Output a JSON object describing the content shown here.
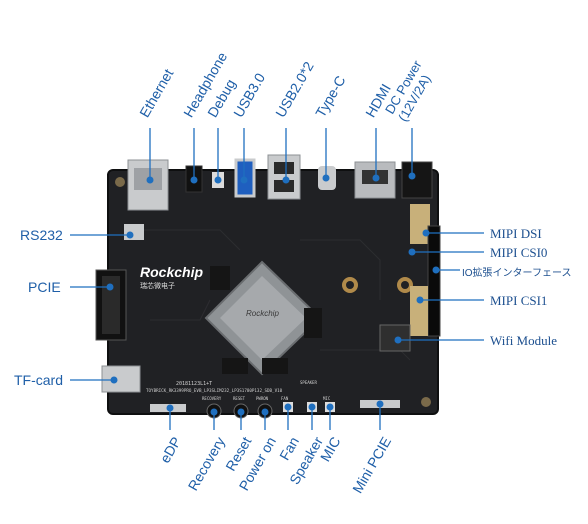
{
  "colors": {
    "accent": "#1f6fbf",
    "label": "#1f5fa8",
    "board": "#202124",
    "board_edge": "#0e0f10"
  },
  "board": {
    "brand": "Rockchip",
    "brand_sub": "瑞芯微电子",
    "soc_mark": "Rockchip",
    "silk_top": "20181123L1+T",
    "silk_model": "TOYBRICK_RK3399PRO_EVB_LP3SLIM232_LP3S1780P132_SDB_V10",
    "silk_recovery": "RECOVERY",
    "silk_reset": "RESET",
    "silk_power": "PWRON",
    "silk_speaker": "SPEAKER",
    "silk_mic": "MIC",
    "silk_fan": "FAN"
  },
  "labels": {
    "ethernet": "Ethernet",
    "headphone": "Headphone",
    "debug": "Debug",
    "usb3": "USB3.0",
    "usb2": "USB2.0*2",
    "typec": "Type-C",
    "hdmi": "HDMI",
    "dc_power_1": "DC Power",
    "dc_power_2": "(12V/2A)",
    "rs232": "RS232",
    "pcie": "PCIE",
    "tfcard": "TF-card",
    "mipi_dsi": "MIPI DSI",
    "mipi_csi0": "MIPI CSI0",
    "io_ext": "IO拡張インターフェース",
    "mipi_csi1": "MIPI CSI1",
    "wifi": "Wifi Module",
    "edp": "eDP",
    "recovery": "Recovery",
    "reset": "Reset",
    "power_on": "Power on",
    "fan": "Fan",
    "speaker": "Speaker",
    "mic": "MIC",
    "mini_pcie": "Mini PCIE"
  }
}
